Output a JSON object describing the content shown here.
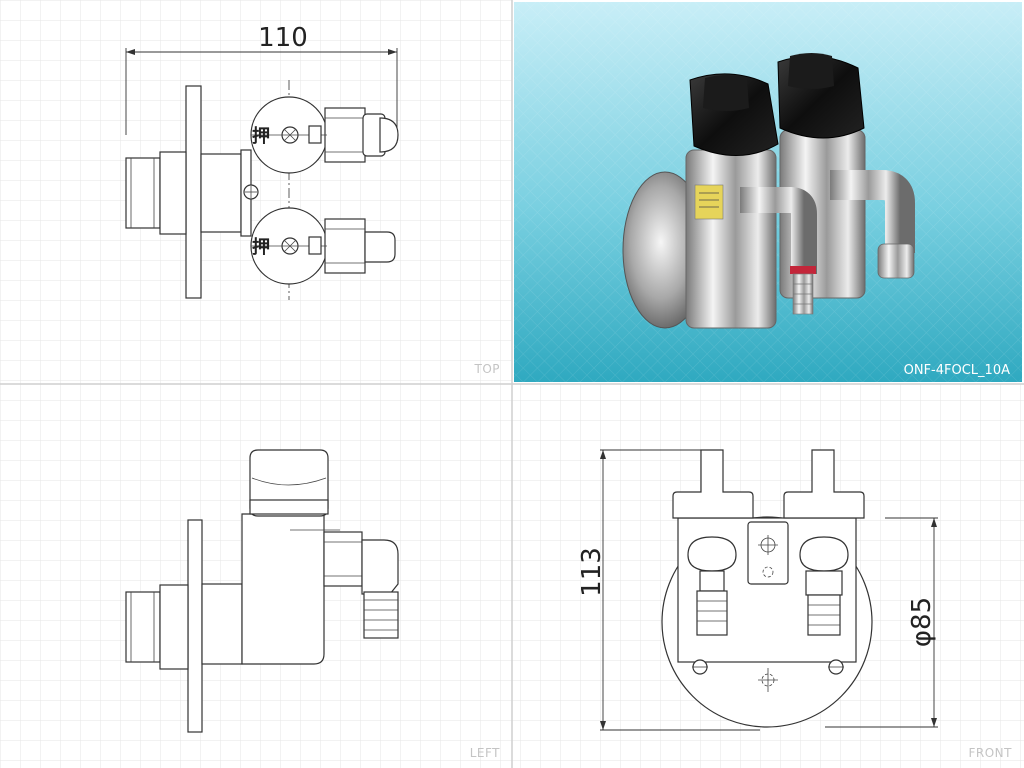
{
  "views": {
    "top": {
      "label": "TOP",
      "dimension": "110",
      "press_mark": "押"
    },
    "photo": {
      "model": "ONF-4FOCL_10A"
    },
    "left": {
      "label": "LEFT"
    },
    "front": {
      "label": "FRONT",
      "height_dimension": "113",
      "diameter_dimension": "φ85"
    }
  },
  "colors": {
    "grid_line": "#e6e6e6",
    "panel_border": "#cfcfcf",
    "photo_bg_top": "#bfe9f3",
    "photo_bg_bottom": "#3fb4c8",
    "drawing_line": "#333333"
  }
}
